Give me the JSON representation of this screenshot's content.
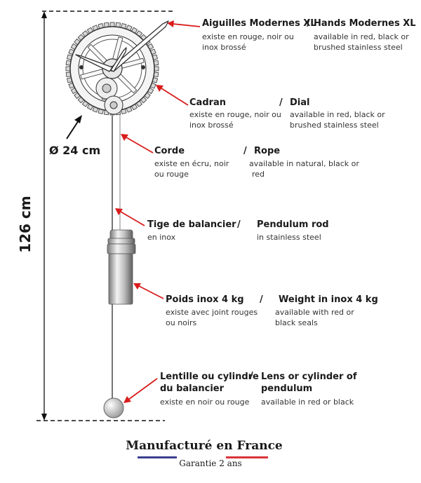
{
  "height_label": "126 cm",
  "diameter_label": "Ø 24 cm",
  "accent_color": "#d91c1c",
  "callouts": {
    "hands": {
      "fr_title": "Aiguilles Modernes XL",
      "en_title": "Hands Modernes XL",
      "fr_sub": [
        "existe en rouge, noir ou",
        "inox brossé"
      ],
      "en_sub": [
        "available in red, black or",
        "brushed stainless steel"
      ]
    },
    "dial": {
      "fr_title": "Cadran",
      "en_title": "Dial",
      "fr_sub": [
        "existe en rouge, noir ou",
        "inox brossé"
      ],
      "en_sub": [
        "available in red, black or",
        "brushed stainless steel"
      ]
    },
    "rope": {
      "fr_title": "Corde",
      "en_title": "Rope",
      "fr_sub": [
        "existe en écru, noir",
        "ou rouge"
      ],
      "en_sub": [
        "available in natural, black or",
        "red"
      ]
    },
    "rod": {
      "fr_title": "Tige de balancier",
      "en_title": "Pendulum rod",
      "fr_sub": [
        "en inox"
      ],
      "en_sub": [
        "in stainless steel"
      ]
    },
    "weight": {
      "fr_title": "Poids inox 4 kg",
      "en_title": "Weight in inox 4 kg",
      "fr_sub": [
        "existe avec joint rouges",
        "ou noirs"
      ],
      "en_sub": [
        "available with red or",
        "black seals"
      ]
    },
    "lens": {
      "fr_title": [
        "Lentille ou cylindre",
        "du balancier"
      ],
      "en_title": [
        "Lens or cylinder of",
        "pendulum"
      ],
      "fr_sub": [
        "existe en noir ou rouge"
      ],
      "en_sub": [
        "available in red or black"
      ]
    }
  },
  "footer": {
    "title": "Manufacturé en France",
    "subtitle": "Garantie 2 ans",
    "flag_blue": "#3a3f8f",
    "flag_red": "#d9343a"
  }
}
